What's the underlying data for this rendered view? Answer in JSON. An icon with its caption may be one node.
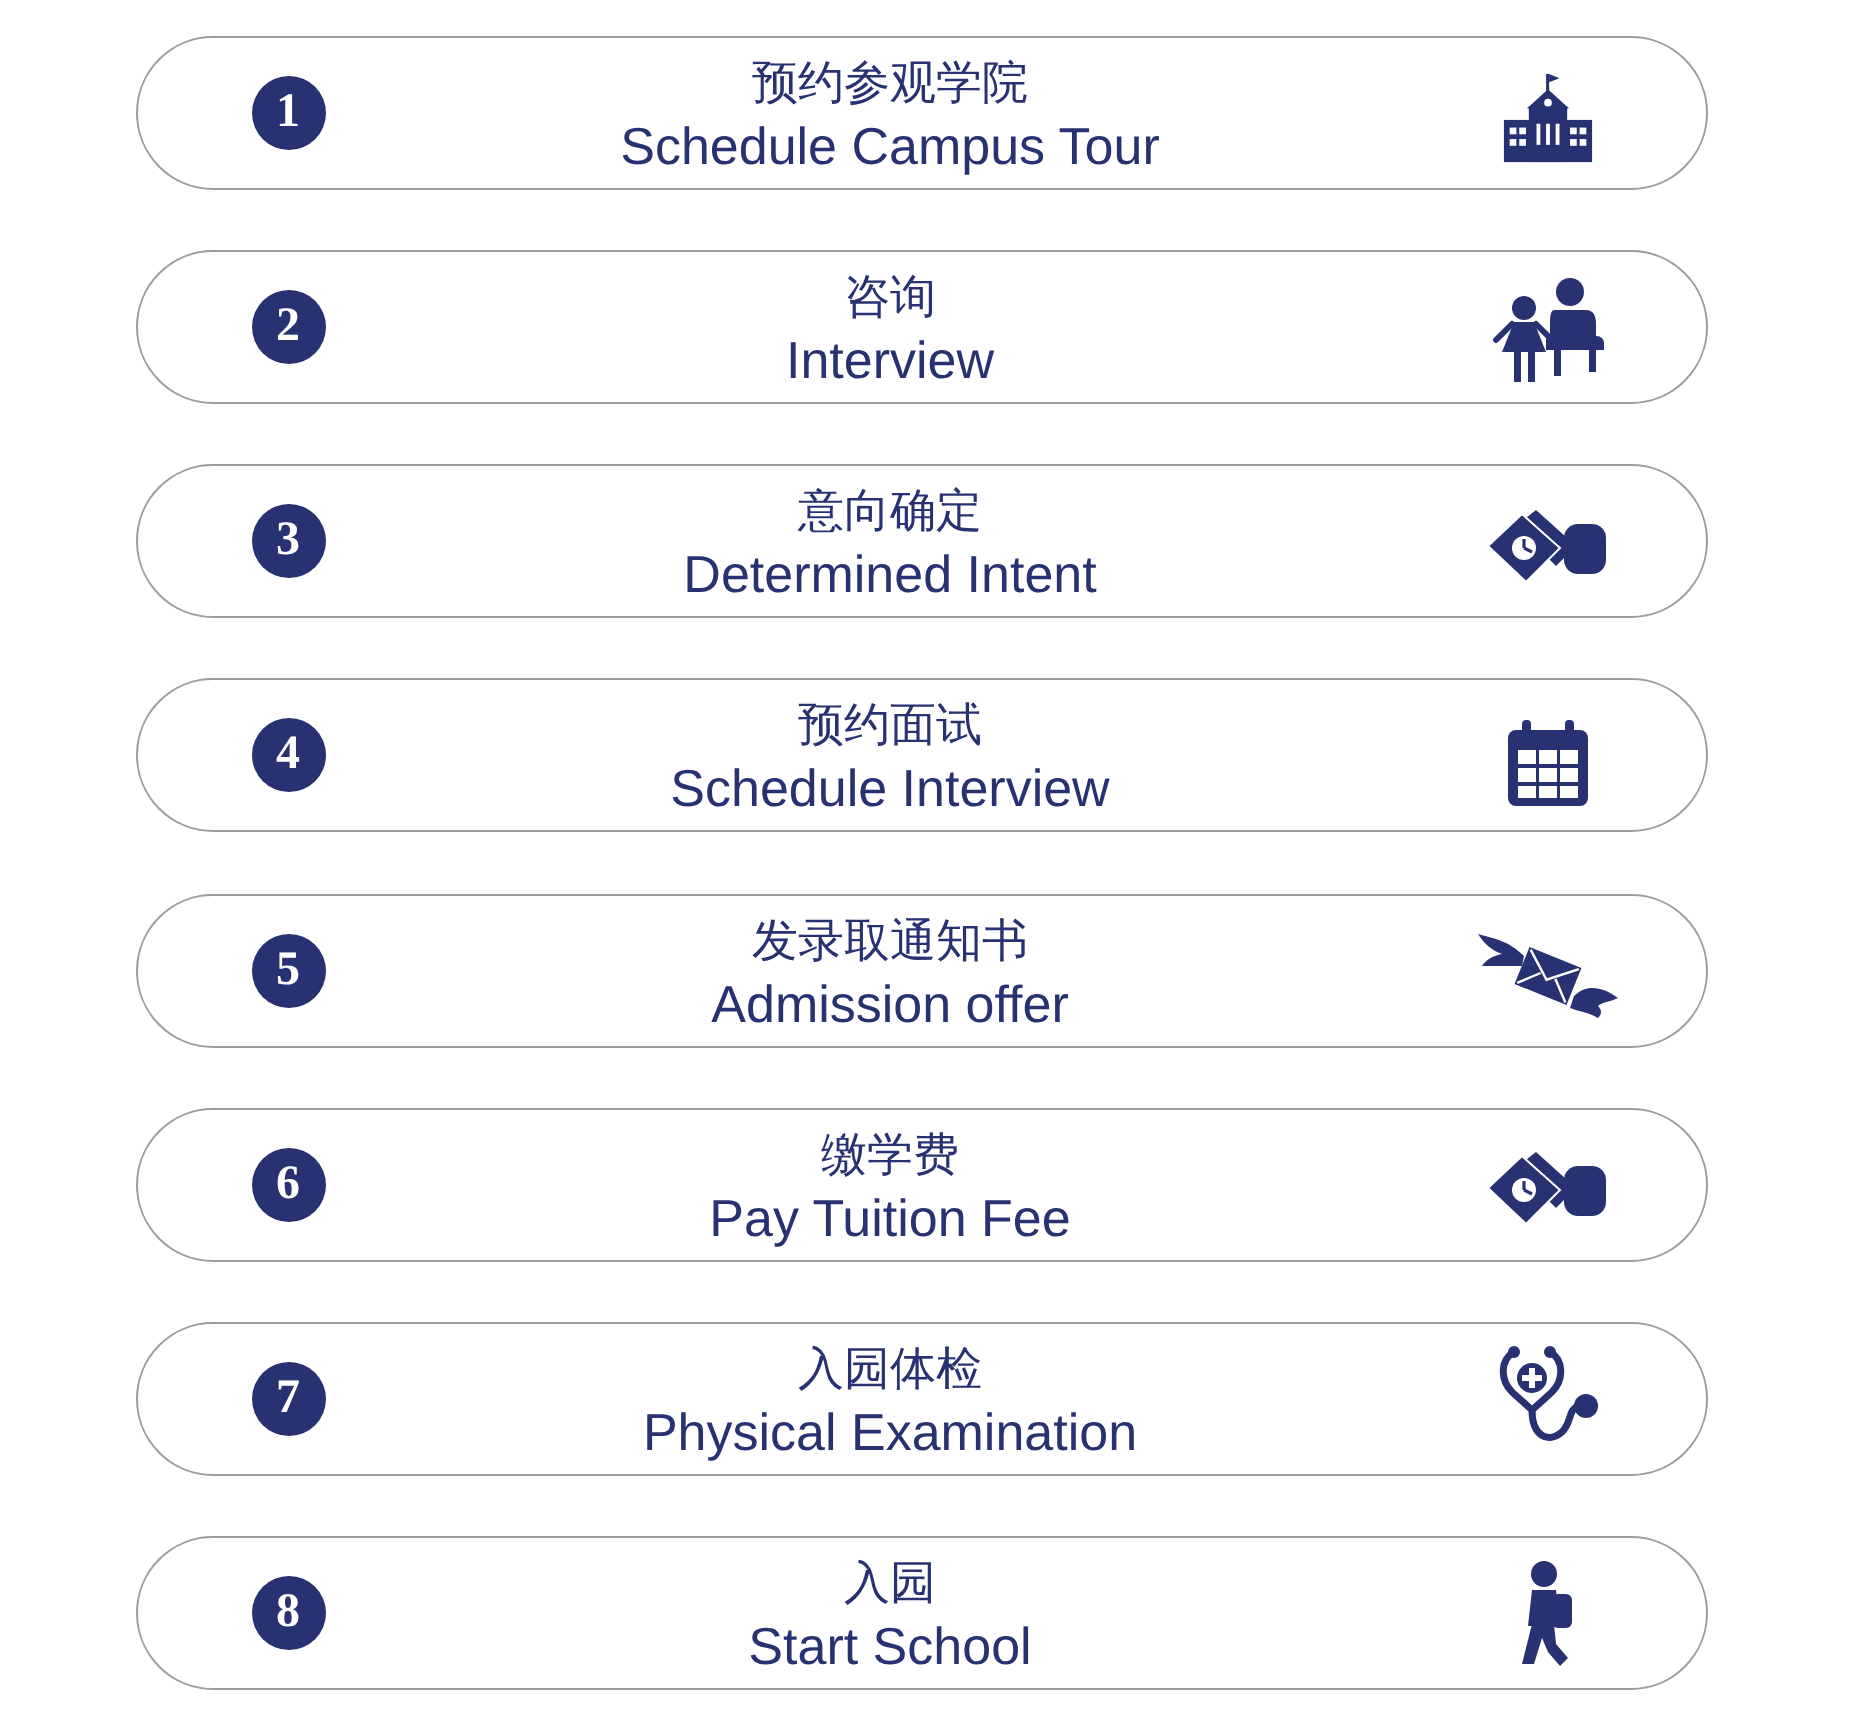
{
  "diagram": {
    "nodes": [
      {
        "text": [
          "预约参观学院",
          "Schedule Campus Tour"
        ]
      },
      {
        "text": [
          "1"
        ],
        "in": 0
      },
      {
        "text": [
          "咨询",
          "Interview"
        ]
      },
      {
        "text": [
          "2"
        ],
        "in": 2
      },
      {
        "text": [
          "意向确定",
          "Determined Intent"
        ]
      },
      {
        "text": [
          "3"
        ],
        "in": 4
      },
      {
        "text": [
          "预约面试",
          "Schedule Interview"
        ]
      },
      {
        "text": [
          "4"
        ],
        "in": 6
      },
      {
        "text": [
          "发录取通知书",
          "Admission offer"
        ]
      },
      {
        "text": [
          "5"
        ],
        "in": 8
      },
      {
        "text": [
          "缴学费",
          "Pay Tuition Fee"
        ]
      },
      {
        "text": [
          "6"
        ],
        "in": 10
      },
      {
        "text": [
          "入园体检",
          "Physical Examination"
        ]
      },
      {
        "text": [
          "7"
        ],
        "in": 12
      },
      {
        "text": [
          "入园",
          "Start School"
        ]
      },
      {
        "text": [
          "8"
        ],
        "in": 14
      }
    ]
  }
}
